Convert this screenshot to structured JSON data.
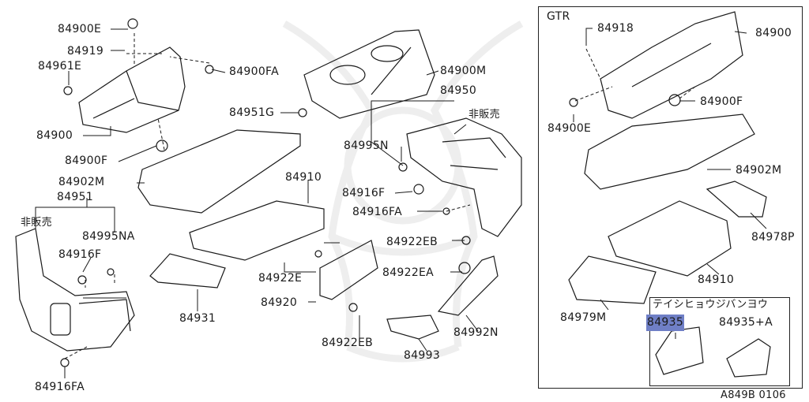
{
  "diagram": {
    "ref_code": "A849B 0106",
    "highlight_color": "#6f7fc6",
    "watermark": "samurai-mask-logo"
  },
  "labels": {
    "p84900E_a": "84900E",
    "p84919": "84919",
    "p84961E": "84961E",
    "p84900FA_a": "84900FA",
    "p84900_a": "84900",
    "p84900F_a": "84900F",
    "p84900M": "84900M",
    "p84951G": "84951G",
    "p84950": "84950",
    "hanbai_a": "非販売",
    "p84995N": "84995N",
    "p84902M_a": "84902M",
    "p84910_a": "84910",
    "p84916F_a": "84916F",
    "p84916FA_a": "84916FA",
    "p84951": "84951",
    "hanbai_b": "非販売",
    "p84995NA": "84995NA",
    "p84916F_b": "84916F",
    "p84922EB_a": "84922EB",
    "p84922E": "84922E",
    "p84922EA": "84922EA",
    "p84920": "84920",
    "p84931": "84931",
    "p84922EB_b": "84922EB",
    "p84993": "84993",
    "p84992N": "84992N",
    "p84916FA_b": "84916FA",
    "gtr": "GTR",
    "p84918": "84918",
    "p84900_b": "84900",
    "p84900F_b": "84900F",
    "p84900E_b": "84900E",
    "p84902M_b": "84902M",
    "p84978P": "84978P",
    "p84910_b": "84910",
    "p84979M": "84979M",
    "teishi": "テイシヒョウジバンヨウ",
    "p84935": "84935",
    "p84935A": "84935+A"
  }
}
